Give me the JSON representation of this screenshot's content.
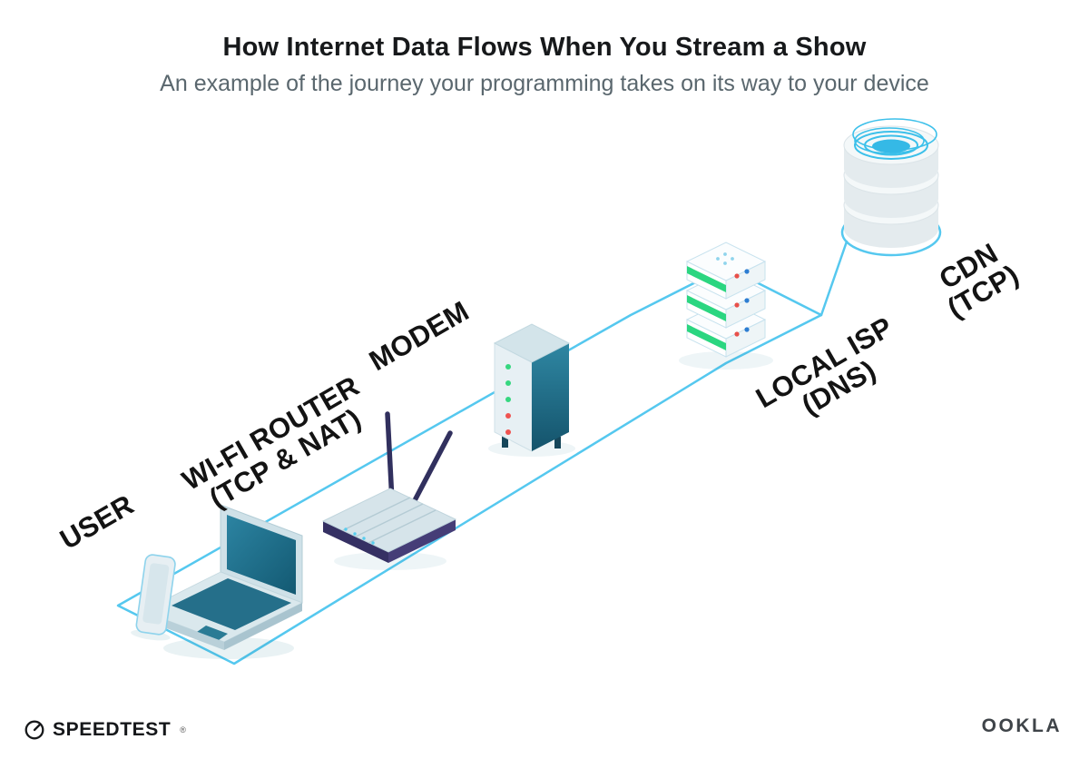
{
  "header": {
    "title": "How Internet Data Flows When You Stream a Show",
    "subtitle": "An example of the journey your programming takes on its way to your device"
  },
  "diagram": {
    "nodes": [
      {
        "id": "user",
        "label": "USER",
        "sublabel": ""
      },
      {
        "id": "wifi-router",
        "label": "WI-FI ROUTER",
        "sublabel": "(TCP & NAT)"
      },
      {
        "id": "modem",
        "label": "MODEM",
        "sublabel": ""
      },
      {
        "id": "local-isp",
        "label": "LOCAL ISP",
        "sublabel": "(DNS)"
      },
      {
        "id": "cdn",
        "label": "CDN",
        "sublabel": "(TCP)"
      }
    ],
    "colors": {
      "flow_line": "#55c8ef",
      "device_teal": "#1d6e8c",
      "device_light": "#d9e8ee",
      "antenna_navy": "#31305e",
      "server_green": "#2bd680",
      "led_green": "#35d77f",
      "led_red": "#ef5350",
      "dot_blue": "#2d7dd2"
    }
  },
  "footer": {
    "speedtest_label": "SPEEDTEST",
    "speedtest_mark": "®",
    "ookla_label": "OOKLA"
  }
}
